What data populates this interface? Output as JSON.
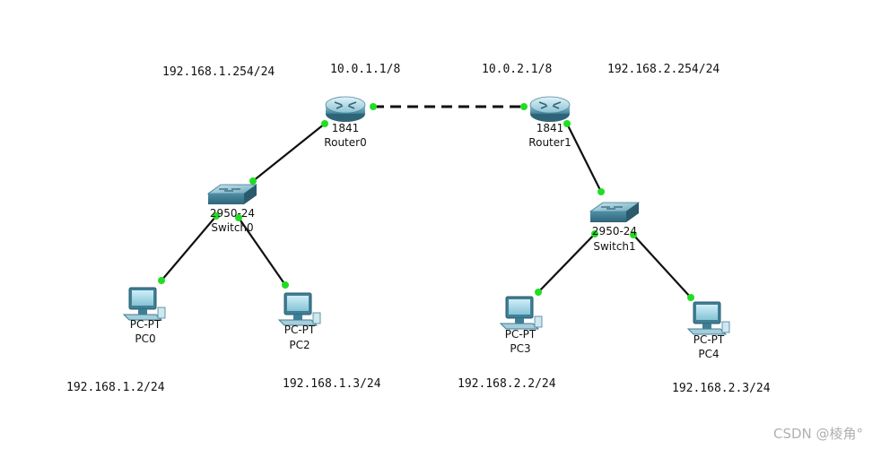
{
  "routers": [
    {
      "id": "router0",
      "model": "1841",
      "name": "Router0"
    },
    {
      "id": "router1",
      "model": "1841",
      "name": "Router1"
    }
  ],
  "switches": [
    {
      "id": "switch0",
      "model": "2950-24",
      "name": "Switch0"
    },
    {
      "id": "switch1",
      "model": "2950-24",
      "name": "Switch1"
    }
  ],
  "pcs": [
    {
      "id": "pc0",
      "model": "PC-PT",
      "name": "PC0"
    },
    {
      "id": "pc2",
      "model": "PC-PT",
      "name": "PC2"
    },
    {
      "id": "pc3",
      "model": "PC-PT",
      "name": "PC3"
    },
    {
      "id": "pc4",
      "model": "PC-PT",
      "name": "PC4"
    }
  ],
  "ip_labels": {
    "r0_lan": "192.168.1.254/24",
    "r0_wan": "10.0.1.1/8",
    "r1_wan": "10.0.2.1/8",
    "r1_lan": "192.168.2.254/24",
    "pc0": "192.168.1.2/24",
    "pc2": "192.168.1.3/24",
    "pc3": "192.168.2.2/24",
    "pc4": "192.168.2.3/24"
  },
  "links": [
    {
      "from": "router0",
      "to": "router1",
      "type": "serial"
    },
    {
      "from": "router0",
      "to": "switch0",
      "type": "ethernet"
    },
    {
      "from": "router1",
      "to": "switch1",
      "type": "ethernet"
    },
    {
      "from": "switch0",
      "to": "pc0",
      "type": "ethernet"
    },
    {
      "from": "switch0",
      "to": "pc2",
      "type": "ethernet"
    },
    {
      "from": "switch1",
      "to": "pc3",
      "type": "ethernet"
    },
    {
      "from": "switch1",
      "to": "pc4",
      "type": "ethernet"
    }
  ],
  "watermark": "CSDN @棱角°",
  "colors": {
    "link": "#111111",
    "port_up": "#22dd22",
    "device": "#5b9bb5"
  }
}
